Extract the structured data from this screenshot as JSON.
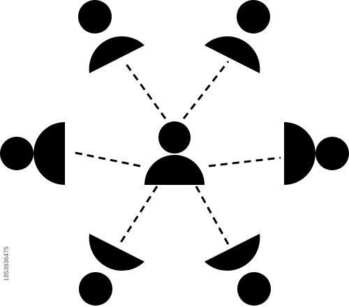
{
  "diagram": {
    "nodes": [
      {
        "id": "center",
        "icon": "person-icon"
      },
      {
        "id": "top-left",
        "icon": "person-icon"
      },
      {
        "id": "top-right",
        "icon": "person-icon"
      },
      {
        "id": "left",
        "icon": "person-icon"
      },
      {
        "id": "right",
        "icon": "person-icon"
      },
      {
        "id": "bottom-left",
        "icon": "person-icon"
      },
      {
        "id": "bottom-right",
        "icon": "person-icon"
      }
    ],
    "edges": [
      {
        "from": "center",
        "to": "top-left",
        "style": "dashed"
      },
      {
        "from": "center",
        "to": "top-right",
        "style": "dashed"
      },
      {
        "from": "center",
        "to": "left",
        "style": "dashed"
      },
      {
        "from": "center",
        "to": "right",
        "style": "dashed"
      },
      {
        "from": "center",
        "to": "bottom-left",
        "style": "dashed"
      },
      {
        "from": "center",
        "to": "bottom-right",
        "style": "dashed"
      }
    ],
    "colors": {
      "foreground": "#000000",
      "background": "#ffffff"
    }
  },
  "watermark": {
    "id_text": "1853936475"
  }
}
